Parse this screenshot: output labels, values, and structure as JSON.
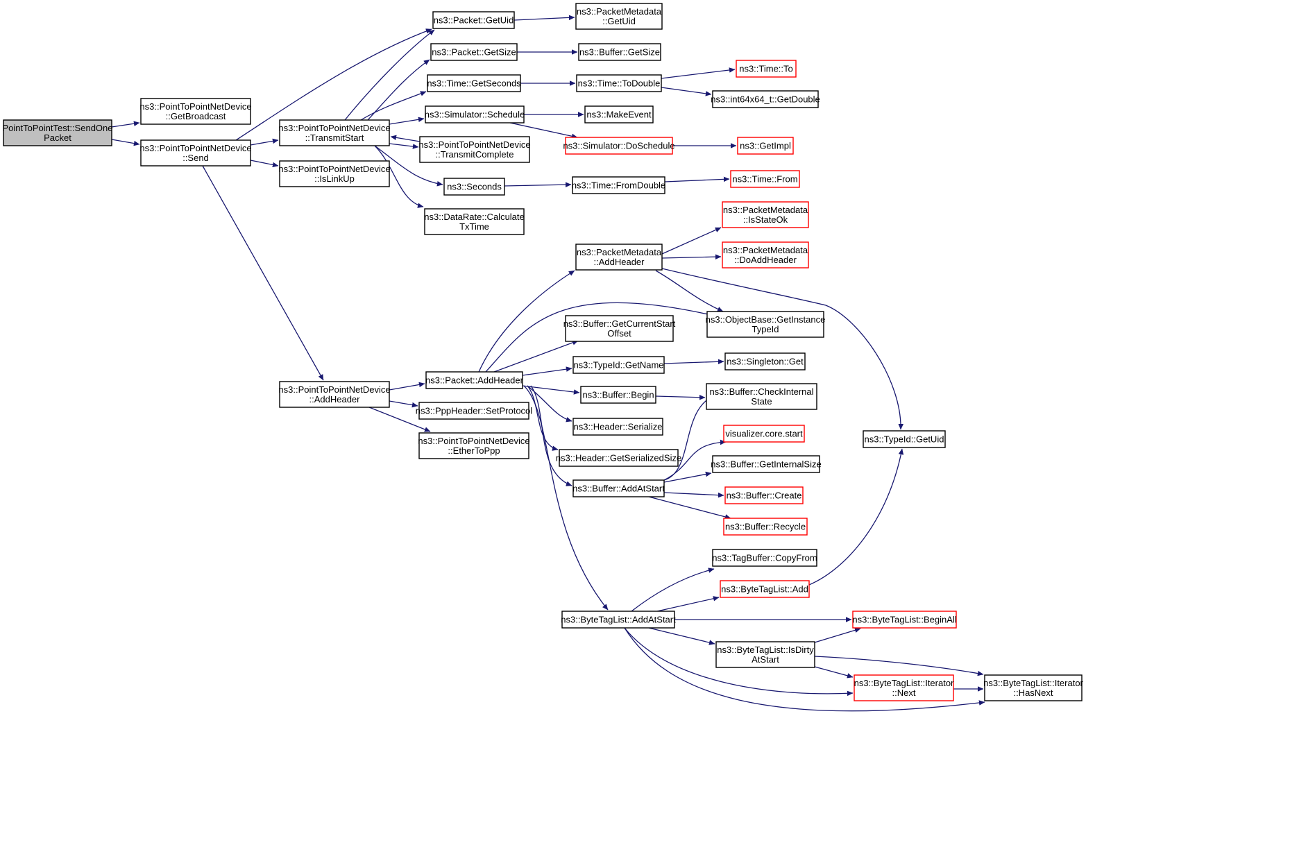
{
  "diagram": {
    "colors": {
      "edge": "#191970",
      "root_fill": "#bfbfbf",
      "node_fill": "#ffffff",
      "node_border": "#000000",
      "truncated_border": "#ff0000"
    },
    "nodes": [
      {
        "id": "root",
        "lines": [
          "PointToPointTest::SendOne",
          "Packet"
        ],
        "style": "root"
      },
      {
        "id": "getBroadcast",
        "lines": [
          "ns3::PointToPointNetDevice",
          "::GetBroadcast"
        ],
        "style": "normal"
      },
      {
        "id": "send",
        "lines": [
          "ns3::PointToPointNetDevice",
          "::Send"
        ],
        "style": "normal"
      },
      {
        "id": "transmitStart",
        "lines": [
          "ns3::PointToPointNetDevice",
          "::TransmitStart"
        ],
        "style": "normal"
      },
      {
        "id": "isLinkUp",
        "lines": [
          "ns3::PointToPointNetDevice",
          "::IsLinkUp"
        ],
        "style": "normal"
      },
      {
        "id": "p2pAddHeader",
        "lines": [
          "ns3::PointToPointNetDevice",
          "::AddHeader"
        ],
        "style": "normal"
      },
      {
        "id": "packetGetUid",
        "lines": [
          "ns3::Packet::GetUid"
        ],
        "style": "normal"
      },
      {
        "id": "packetGetSize",
        "lines": [
          "ns3::Packet::GetSize"
        ],
        "style": "normal"
      },
      {
        "id": "timeGetSeconds",
        "lines": [
          "ns3::Time::GetSeconds"
        ],
        "style": "normal"
      },
      {
        "id": "simSchedule",
        "lines": [
          "ns3::Simulator::Schedule"
        ],
        "style": "normal"
      },
      {
        "id": "transmitComplete",
        "lines": [
          "ns3::PointToPointNetDevice",
          "::TransmitComplete"
        ],
        "style": "normal"
      },
      {
        "id": "seconds",
        "lines": [
          "ns3::Seconds"
        ],
        "style": "normal"
      },
      {
        "id": "calcTxTime",
        "lines": [
          "ns3::DataRate::Calculate",
          "TxTime"
        ],
        "style": "normal"
      },
      {
        "id": "pmGetUid",
        "lines": [
          "ns3::PacketMetadata",
          "::GetUid"
        ],
        "style": "normal"
      },
      {
        "id": "bufGetSize",
        "lines": [
          "ns3::Buffer::GetSize"
        ],
        "style": "normal"
      },
      {
        "id": "timeToDouble",
        "lines": [
          "ns3::Time::ToDouble"
        ],
        "style": "normal"
      },
      {
        "id": "makeEvent",
        "lines": [
          "ns3::MakeEvent"
        ],
        "style": "normal"
      },
      {
        "id": "doSchedule",
        "lines": [
          "ns3::Simulator::DoSchedule"
        ],
        "style": "truncated"
      },
      {
        "id": "timeFromDouble",
        "lines": [
          "ns3::Time::FromDouble"
        ],
        "style": "normal"
      },
      {
        "id": "timeTo",
        "lines": [
          "ns3::Time::To"
        ],
        "style": "truncated"
      },
      {
        "id": "int64GetDouble",
        "lines": [
          "ns3::int64x64_t::GetDouble"
        ],
        "style": "normal"
      },
      {
        "id": "getImpl",
        "lines": [
          "ns3::GetImpl"
        ],
        "style": "truncated"
      },
      {
        "id": "timeFrom",
        "lines": [
          "ns3::Time::From"
        ],
        "style": "truncated"
      },
      {
        "id": "pppSetProtocol",
        "lines": [
          "ns3::PppHeader::SetProtocol"
        ],
        "style": "normal"
      },
      {
        "id": "etherToPpp",
        "lines": [
          "ns3::PointToPointNetDevice",
          "::EtherToPpp"
        ],
        "style": "normal"
      },
      {
        "id": "packetAddHeader",
        "lines": [
          "ns3::Packet::AddHeader"
        ],
        "style": "normal"
      },
      {
        "id": "pmAddHeader",
        "lines": [
          "ns3::PacketMetadata",
          "::AddHeader"
        ],
        "style": "normal"
      },
      {
        "id": "bufGetCurrentStart",
        "lines": [
          "ns3::Buffer::GetCurrentStart",
          "Offset"
        ],
        "style": "normal"
      },
      {
        "id": "typeIdGetName",
        "lines": [
          "ns3::TypeId::GetName"
        ],
        "style": "normal"
      },
      {
        "id": "bufBegin",
        "lines": [
          "ns3::Buffer::Begin"
        ],
        "style": "normal"
      },
      {
        "id": "headerSerialize",
        "lines": [
          "ns3::Header::Serialize"
        ],
        "style": "normal"
      },
      {
        "id": "headerGetSerSize",
        "lines": [
          "ns3::Header::GetSerializedSize"
        ],
        "style": "normal"
      },
      {
        "id": "bufAddAtStart",
        "lines": [
          "ns3::Buffer::AddAtStart"
        ],
        "style": "normal"
      },
      {
        "id": "pmIsStateOk",
        "lines": [
          "ns3::PacketMetadata",
          "::IsStateOk"
        ],
        "style": "truncated"
      },
      {
        "id": "pmDoAddHeader",
        "lines": [
          "ns3::PacketMetadata",
          "::DoAddHeader"
        ],
        "style": "truncated"
      },
      {
        "id": "objGetInstanceTypeId",
        "lines": [
          "ns3::ObjectBase::GetInstance",
          "TypeId"
        ],
        "style": "normal"
      },
      {
        "id": "singletonGet",
        "lines": [
          "ns3::Singleton::Get"
        ],
        "style": "normal"
      },
      {
        "id": "bufCheckInternalState",
        "lines": [
          "ns3::Buffer::CheckInternal",
          "State"
        ],
        "style": "normal"
      },
      {
        "id": "vizStart",
        "lines": [
          "visualizer.core.start"
        ],
        "style": "truncated"
      },
      {
        "id": "bufGetInternalSize",
        "lines": [
          "ns3::Buffer::GetInternalSize"
        ],
        "style": "normal"
      },
      {
        "id": "bufCreate",
        "lines": [
          "ns3::Buffer::Create"
        ],
        "style": "truncated"
      },
      {
        "id": "bufRecycle",
        "lines": [
          "ns3::Buffer::Recycle"
        ],
        "style": "truncated"
      },
      {
        "id": "typeIdGetUid",
        "lines": [
          "ns3::TypeId::GetUid"
        ],
        "style": "normal"
      },
      {
        "id": "tagBufCopyFrom",
        "lines": [
          "ns3::TagBuffer::CopyFrom"
        ],
        "style": "normal"
      },
      {
        "id": "btlAdd",
        "lines": [
          "ns3::ByteTagList::Add"
        ],
        "style": "truncated"
      },
      {
        "id": "btlAddAtStart",
        "lines": [
          "ns3::ByteTagList::AddAtStart"
        ],
        "style": "normal"
      },
      {
        "id": "btlBeginAll",
        "lines": [
          "ns3::ByteTagList::BeginAll"
        ],
        "style": "truncated"
      },
      {
        "id": "btlIsDirty",
        "lines": [
          "ns3::ByteTagList::IsDirty",
          "AtStart"
        ],
        "style": "normal"
      },
      {
        "id": "btlIterNext",
        "lines": [
          "ns3::ByteTagList::Iterator",
          "::Next"
        ],
        "style": "truncated"
      },
      {
        "id": "btlIterHasNext",
        "lines": [
          "ns3::ByteTagList::Iterator",
          "::HasNext"
        ],
        "style": "normal"
      }
    ],
    "edges": [
      {
        "from": "root",
        "to": "getBroadcast"
      },
      {
        "from": "root",
        "to": "send"
      },
      {
        "from": "send",
        "to": "packetGetUid"
      },
      {
        "from": "send",
        "to": "transmitStart"
      },
      {
        "from": "send",
        "to": "isLinkUp"
      },
      {
        "from": "send",
        "to": "p2pAddHeader"
      },
      {
        "from": "transmitStart",
        "to": "packetGetUid"
      },
      {
        "from": "transmitStart",
        "to": "packetGetSize"
      },
      {
        "from": "transmitStart",
        "to": "timeGetSeconds"
      },
      {
        "from": "transmitStart",
        "to": "simSchedule"
      },
      {
        "from": "transmitStart",
        "to": "transmitComplete"
      },
      {
        "from": "transmitComplete",
        "to": "transmitStart"
      },
      {
        "from": "transmitStart",
        "to": "seconds"
      },
      {
        "from": "transmitStart",
        "to": "calcTxTime"
      },
      {
        "from": "packetGetUid",
        "to": "pmGetUid"
      },
      {
        "from": "packetGetSize",
        "to": "bufGetSize"
      },
      {
        "from": "timeGetSeconds",
        "to": "timeToDouble"
      },
      {
        "from": "timeToDouble",
        "to": "timeTo"
      },
      {
        "from": "timeToDouble",
        "to": "int64GetDouble"
      },
      {
        "from": "simSchedule",
        "to": "makeEvent"
      },
      {
        "from": "simSchedule",
        "to": "doSchedule"
      },
      {
        "from": "doSchedule",
        "to": "getImpl"
      },
      {
        "from": "seconds",
        "to": "timeFromDouble"
      },
      {
        "from": "timeFromDouble",
        "to": "timeFrom"
      },
      {
        "from": "p2pAddHeader",
        "to": "packetAddHeader"
      },
      {
        "from": "p2pAddHeader",
        "to": "pppSetProtocol"
      },
      {
        "from": "p2pAddHeader",
        "to": "etherToPpp"
      },
      {
        "from": "packetAddHeader",
        "to": "pmAddHeader"
      },
      {
        "from": "packetAddHeader",
        "to": "objGetInstanceTypeId"
      },
      {
        "from": "packetAddHeader",
        "to": "bufGetCurrentStart"
      },
      {
        "from": "packetAddHeader",
        "to": "typeIdGetName"
      },
      {
        "from": "packetAddHeader",
        "to": "bufBegin"
      },
      {
        "from": "packetAddHeader",
        "to": "headerSerialize"
      },
      {
        "from": "packetAddHeader",
        "to": "headerGetSerSize"
      },
      {
        "from": "packetAddHeader",
        "to": "bufAddAtStart"
      },
      {
        "from": "packetAddHeader",
        "to": "btlAddAtStart"
      },
      {
        "from": "pmAddHeader",
        "to": "pmIsStateOk"
      },
      {
        "from": "pmAddHeader",
        "to": "pmDoAddHeader"
      },
      {
        "from": "pmAddHeader",
        "to": "objGetInstanceTypeId"
      },
      {
        "from": "pmAddHeader",
        "to": "typeIdGetUid"
      },
      {
        "from": "typeIdGetName",
        "to": "singletonGet"
      },
      {
        "from": "bufBegin",
        "to": "bufCheckInternalState"
      },
      {
        "from": "bufAddAtStart",
        "to": "bufCheckInternalState"
      },
      {
        "from": "bufAddAtStart",
        "to": "vizStart"
      },
      {
        "from": "bufAddAtStart",
        "to": "bufGetInternalSize"
      },
      {
        "from": "bufAddAtStart",
        "to": "bufCreate"
      },
      {
        "from": "bufAddAtStart",
        "to": "bufRecycle"
      },
      {
        "from": "btlAddAtStart",
        "to": "tagBufCopyFrom"
      },
      {
        "from": "btlAddAtStart",
        "to": "btlAdd"
      },
      {
        "from": "btlAdd",
        "to": "typeIdGetUid"
      },
      {
        "from": "btlAddAtStart",
        "to": "btlBeginAll"
      },
      {
        "from": "btlAddAtStart",
        "to": "btlIsDirty"
      },
      {
        "from": "btlAddAtStart",
        "to": "btlIterNext"
      },
      {
        "from": "btlAddAtStart",
        "to": "btlIterHasNext"
      },
      {
        "from": "btlIsDirty",
        "to": "btlBeginAll"
      },
      {
        "from": "btlIsDirty",
        "to": "btlIterNext"
      },
      {
        "from": "btlIsDirty",
        "to": "btlIterHasNext"
      },
      {
        "from": "btlIterNext",
        "to": "btlIterHasNext"
      }
    ]
  }
}
